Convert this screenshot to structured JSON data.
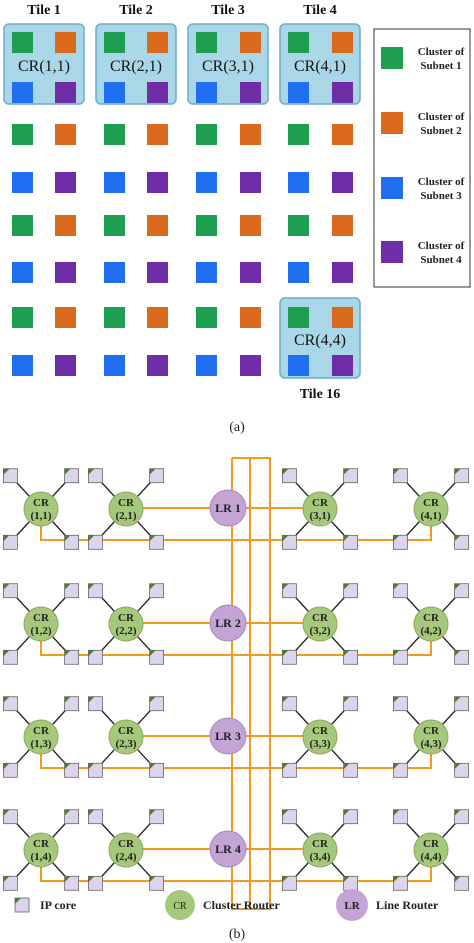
{
  "colors": {
    "green": "#1e9e50",
    "orange": "#d96a1e",
    "blue": "#1f6ff0",
    "purple": "#6f2ea8",
    "tile_bg": "#a9d7e8",
    "tile_border": "#6aaec8",
    "cr_fill": "#a6c87a",
    "lr_fill": "#c3a4d4",
    "ip_fill": "#ddd3ea",
    "ip_corner": "#4f7a3a",
    "link": "#f29a1e"
  },
  "part_a": {
    "caption": "(a)",
    "tile_labels": [
      "Tile 1",
      "Tile 2",
      "Tile 3",
      "Tile 4"
    ],
    "tile16_label": "Tile 16",
    "cr_labels": [
      "CR(1,1)",
      "CR(2,1)",
      "CR(3,1)",
      "CR(4,1)"
    ],
    "cr_tile16": "CR(4,4)",
    "legend": [
      {
        "label1": "Cluster of",
        "label2": "Subnet 1",
        "color": "green"
      },
      {
        "label1": "Cluster of",
        "label2": "Subnet 2",
        "color": "orange"
      },
      {
        "label1": "Cluster of",
        "label2": "Subnet 3",
        "color": "blue"
      },
      {
        "label1": "Cluster of",
        "label2": "Subnet 4",
        "color": "purple"
      }
    ]
  },
  "part_b": {
    "caption": "(b)",
    "cr_prefix": "CR",
    "cr_rows": [
      [
        "(1,1)",
        "(2,1)",
        "(3,1)",
        "(4,1)"
      ],
      [
        "(1,2)",
        "(2,2)",
        "(3,2)",
        "(4,2)"
      ],
      [
        "(1,3)",
        "(2,3)",
        "(3,3)",
        "(4,3)"
      ],
      [
        "(1,4)",
        "(2,4)",
        "(3,4)",
        "(4,4)"
      ]
    ],
    "lr_labels": [
      "LR 1",
      "LR 2",
      "LR 3",
      "LR 4"
    ],
    "legend": {
      "ip_core": "IP core",
      "cr_symbol": "CR",
      "cluster_router": "Cluster Router",
      "lr_symbol": "LR",
      "line_router": "Line Router"
    }
  }
}
